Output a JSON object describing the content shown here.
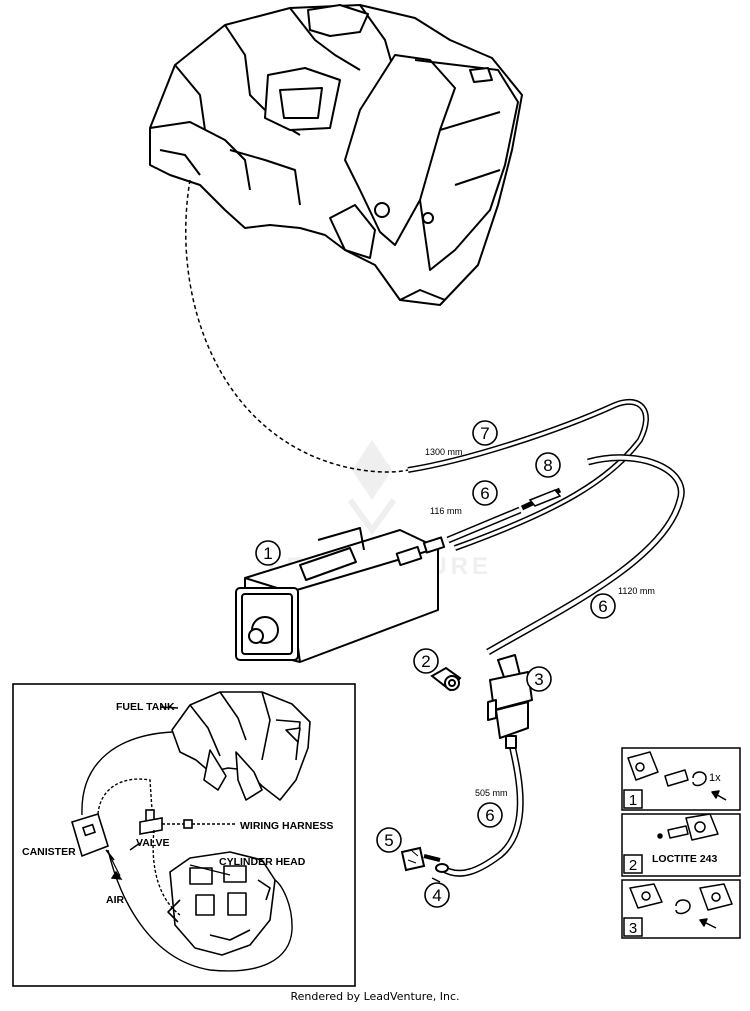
{
  "callouts": {
    "c1": "1",
    "c2": "2",
    "c3": "3",
    "c4": "4",
    "c5": "5",
    "c6a": "6",
    "c6b": "6",
    "c6c": "6",
    "c7": "7",
    "c8": "8"
  },
  "lengths": {
    "hose7": "1300 mm",
    "hose6_short": "116 mm",
    "hose6_long": "1120 mm",
    "hose6_lower": "505 mm"
  },
  "watermark": "LEADVENTURE",
  "inset": {
    "fuel_tank": "FUEL TANK",
    "canister": "CANISTER",
    "valve": "VALVE",
    "wiring_harness": "WIRING HARNESS",
    "cylinder_head": "CYLINDER HEAD",
    "air": "AIR"
  },
  "legend": {
    "one": "1",
    "two": "2",
    "three": "3",
    "qty": "1x",
    "loctite": "LOCTITE 243"
  },
  "footer": "Rendered by LeadVenture, Inc."
}
